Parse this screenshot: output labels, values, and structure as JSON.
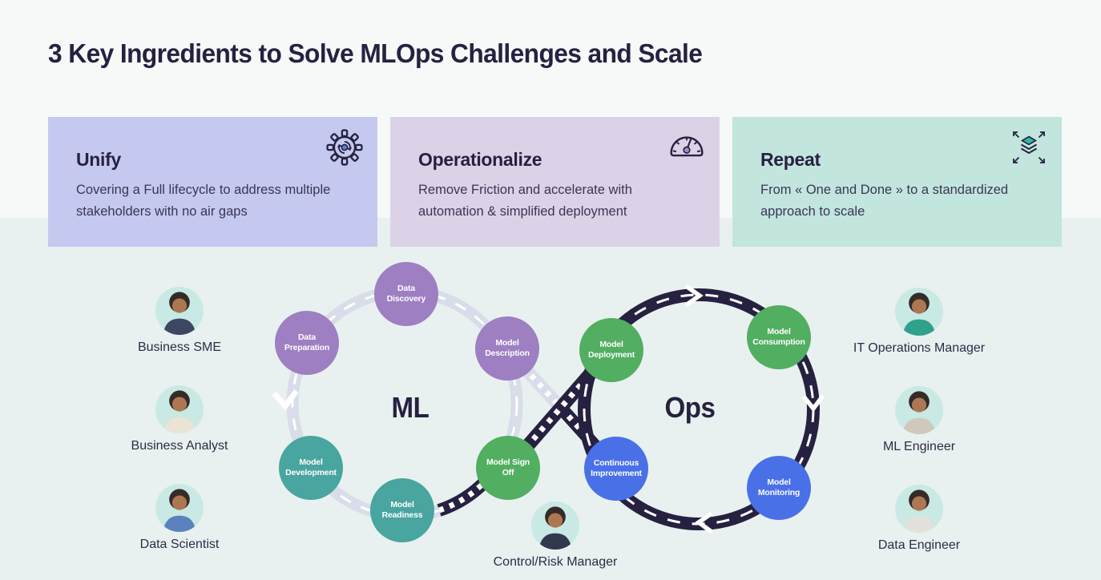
{
  "title": "3 Key Ingredients to Solve MLOps Challenges and Scale",
  "cards": [
    {
      "title": "Unify",
      "description": "Covering a Full lifecycle to address multiple stakeholders with no air gaps",
      "icon": "gear-sync-icon",
      "bg": "#c5c9f0"
    },
    {
      "title": "Operationalize",
      "description": "Remove Friction and accelerate with automation & simplified deployment",
      "icon": "gauge-icon",
      "bg": "#dcd2e7"
    },
    {
      "title": "Repeat",
      "description": "From « One and Done » to a standardized approach to scale",
      "icon": "scale-layers-icon",
      "bg": "#c2e5de"
    }
  ],
  "diagram": {
    "left_loop_label": "ML",
    "right_loop_label": "Ops",
    "stages": [
      {
        "label": "Data Preparation",
        "color": "#9d7fc2"
      },
      {
        "label": "Data Discovery",
        "color": "#9d7fc2"
      },
      {
        "label": "Model Description",
        "color": "#9d7fc2"
      },
      {
        "label": "Model Development",
        "color": "#48a5a0"
      },
      {
        "label": "Model Readiness",
        "color": "#48a5a0"
      },
      {
        "label": "Model Sign Off",
        "color": "#52ae61"
      },
      {
        "label": "Model Deployment",
        "color": "#52ae61"
      },
      {
        "label": "Model Consumption",
        "color": "#52ae61"
      },
      {
        "label": "Continuous Improvement",
        "color": "#4a70e8"
      },
      {
        "label": "Model Monitoring",
        "color": "#4a70e8"
      }
    ],
    "road_colors": {
      "ml_road": "#d9dde9",
      "ops_road": "#262140",
      "lane_line": "#ffffff"
    }
  },
  "personas": {
    "left": [
      "Business SME",
      "Business Analyst",
      "Data Scientist"
    ],
    "right": [
      "IT Operations Manager",
      "ML Engineer",
      "Data Engineer"
    ],
    "bottom": [
      "Control/Risk Manager"
    ]
  }
}
